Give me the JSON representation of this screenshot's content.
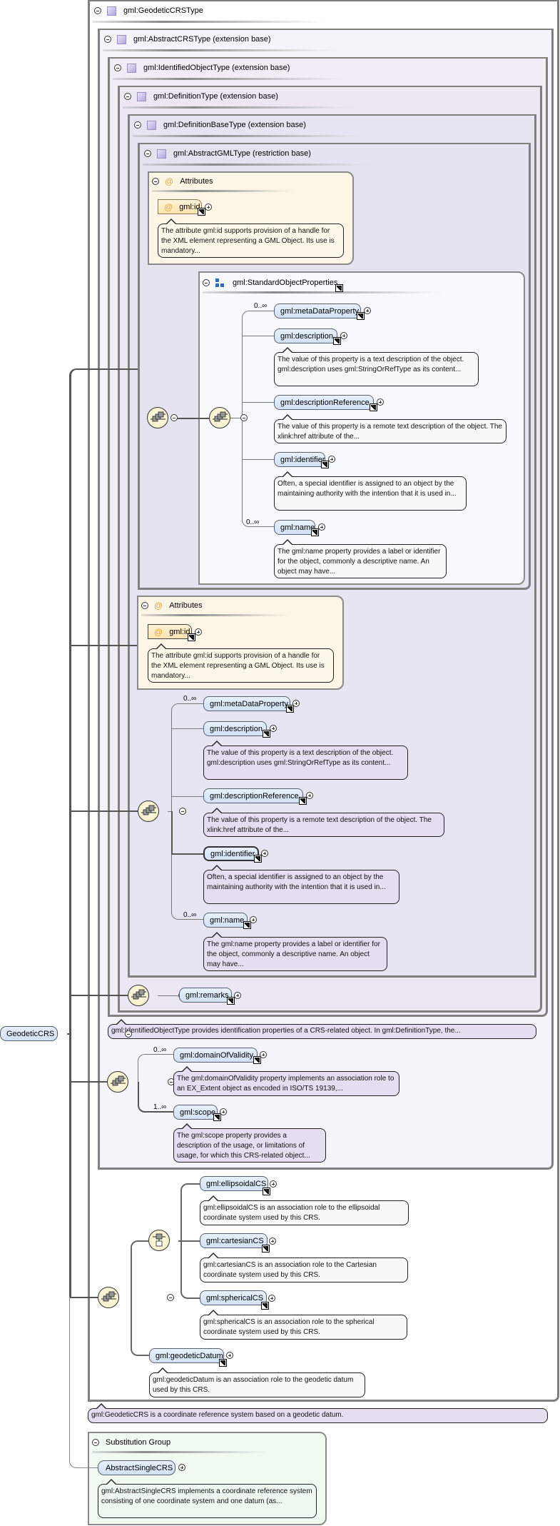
{
  "root_element": {
    "label": "GeodeticCRS"
  },
  "types": {
    "geodetic_crs_type": "gml:GeodeticCRSType",
    "abstract_crs_type": "gml:AbstractCRSType (extension base)",
    "identified_object_type": "gml:IdentifiedObjectType (extension base)",
    "definition_type": "gml:DefinitionType (extension base)",
    "definition_base_type": "gml:DefinitionBaseType (extension base)",
    "abstract_gml_type": "gml:AbstractGMLType (restriction base)"
  },
  "attributes_1": {
    "title": "Attributes",
    "attr": "gml:id",
    "desc": "The attribute gml:id supports provision of a handle for the XML element representing a GML Object. Its use is mandatory..."
  },
  "standard_object_properties": {
    "title": "gml:StandardObjectProperties",
    "items": [
      {
        "label": "gml:metaDataProperty",
        "card": "0..∞",
        "desc": ""
      },
      {
        "label": "gml:description",
        "card": "",
        "desc": "The value of this property is a text description of the object. gml:description uses gml:StringOrRefType as its content..."
      },
      {
        "label": "gml:descriptionReference",
        "card": "",
        "desc": "The value of this property is a remote text description of the object. The xlink:href attribute of the..."
      },
      {
        "label": "gml:identifier",
        "card": "",
        "desc": "Often, a special identifier is assigned to an object by the maintaining authority with the intention that it is used in..."
      },
      {
        "label": "gml:name",
        "card": "0..∞",
        "desc": "The gml:name property provides a label or identifier for the object, commonly a descriptive name. An object may have..."
      }
    ]
  },
  "attributes_2": {
    "title": "Attributes",
    "attr": "gml:id",
    "desc": "The attribute gml:id supports provision of a handle for the XML element representing a GML Object. Its use is mandatory..."
  },
  "sequence_2": {
    "items": [
      {
        "label": "gml:metaDataProperty",
        "card": "0..∞",
        "desc": ""
      },
      {
        "label": "gml:description",
        "card": "",
        "desc": "The value of this property is a text description of the object. gml:description uses gml:StringOrRefType as its content..."
      },
      {
        "label": "gml:descriptionReference",
        "card": "",
        "desc": "The value of this property is a remote text description of the object. The xlink:href attribute of the..."
      },
      {
        "label": "gml:identifier",
        "card": "",
        "desc": "Often, a special identifier is assigned to an object by the maintaining authority with the intention that it is used in..."
      },
      {
        "label": "gml:name",
        "card": "0..∞",
        "desc": "The gml:name property provides a label or identifier for the object, commonly a descriptive name. An object may have..."
      }
    ]
  },
  "remarks": {
    "label": "gml:remarks"
  },
  "identified_object_desc": "gml:IdentifiedObjectType provides identification properties of a CRS-related object. In gml:DefinitionType, the...",
  "crs_sequence": {
    "items": [
      {
        "label": "gml:domainOfValidity",
        "card": "0..∞",
        "desc": "The gml:domainOfValidity property implements an association role to an EX_Extent object as encoded in ISO/TS 19139,..."
      },
      {
        "label": "gml:scope",
        "card": "1..∞",
        "desc": "The gml:scope property provides a description of the usage, or limitations of usage, for which this CRS-related object..."
      }
    ]
  },
  "cs_choice": {
    "items": [
      {
        "label": "gml:ellipsoidalCS",
        "desc": "gml:ellipsoidalCS is an association role to the ellipsoidal coordinate system used by this CRS."
      },
      {
        "label": "gml:cartesianCS",
        "desc": "gml:cartesianCS is an association role to the Cartesian coordinate system used by this CRS."
      },
      {
        "label": "gml:sphericalCS",
        "desc": "gml:sphericalCS is an association role to the spherical coordinate system used by this CRS."
      }
    ]
  },
  "geodetic_datum": {
    "label": "gml:geodeticDatum",
    "desc": "gml:geodeticDatum is an association role to the geodetic datum used by this CRS."
  },
  "geodetic_crs_desc": "gml:GeodeticCRS is a coordinate reference system based on a geodetic datum.",
  "substitution_group": {
    "title": "Substitution Group",
    "item": "AbstractSingleCRS",
    "desc": "gml:AbstractSingleCRS implements a coordinate reference system consisting of one coordinate system and one datum (as..."
  },
  "colors": {
    "element_fill": "#d8e5f6",
    "attribute_fill": "#fde8b8",
    "sequence_fill": "#f8f3d4",
    "type_box_border": "#808080",
    "substitution_fill": "#f1faf1"
  }
}
